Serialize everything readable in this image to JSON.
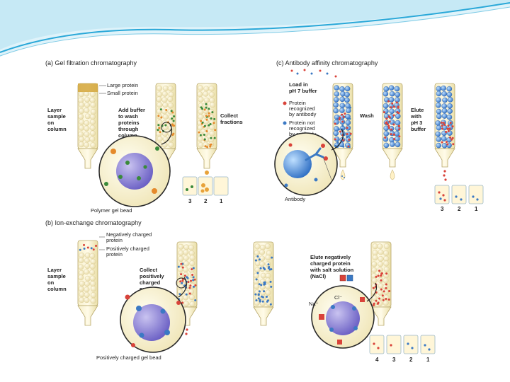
{
  "slide_header": {
    "accent_color": "#2aa8d8",
    "band_color": "#bfe6f4"
  },
  "panel_a": {
    "title": "(a) Gel filtration chromatography",
    "legend": [
      "Large protein",
      "Small protein"
    ],
    "layer_label": [
      "Layer",
      "sample",
      "on",
      "column"
    ],
    "wash_label": [
      "Add buffer",
      "to wash",
      "proteins",
      "through",
      "column"
    ],
    "collect_label": [
      "Collect",
      "fractions"
    ],
    "bead_label": "Polymer gel bead",
    "fractions": [
      "3",
      "2",
      "1"
    ]
  },
  "panel_b": {
    "title": "(b) Ion-exchange chromatography",
    "legend": [
      "Negatively charged",
      "protein",
      "Positively charged",
      "protein"
    ],
    "layer_label": [
      "Layer",
      "sample",
      "on",
      "column"
    ],
    "collect_label": [
      "Collect",
      "positively",
      "charged",
      "proteins"
    ],
    "bead_label": "Positively charged gel bead",
    "elute_label": [
      "Elute negatively",
      "charged protein",
      "with salt solution",
      "(NaCl)"
    ],
    "na_label": "Na⁺",
    "cl_label": "Cl⁻",
    "fractions": [
      "4",
      "3",
      "2",
      "1"
    ]
  },
  "panel_c": {
    "title": "(c) Antibody affinity chromatography",
    "load_label": [
      "Load in",
      "pH 7 buffer"
    ],
    "legend_recognized": [
      "Protein",
      "recognized",
      "by antibody"
    ],
    "legend_not_recognized": [
      "Protein not",
      "recognized",
      "by antibody"
    ],
    "wash_label": "Wash",
    "elute_label": [
      "Elute",
      "with",
      "pH 3",
      "buffer"
    ],
    "antibody_label": "Antibody",
    "fractions": [
      "3",
      "2",
      "1"
    ]
  }
}
